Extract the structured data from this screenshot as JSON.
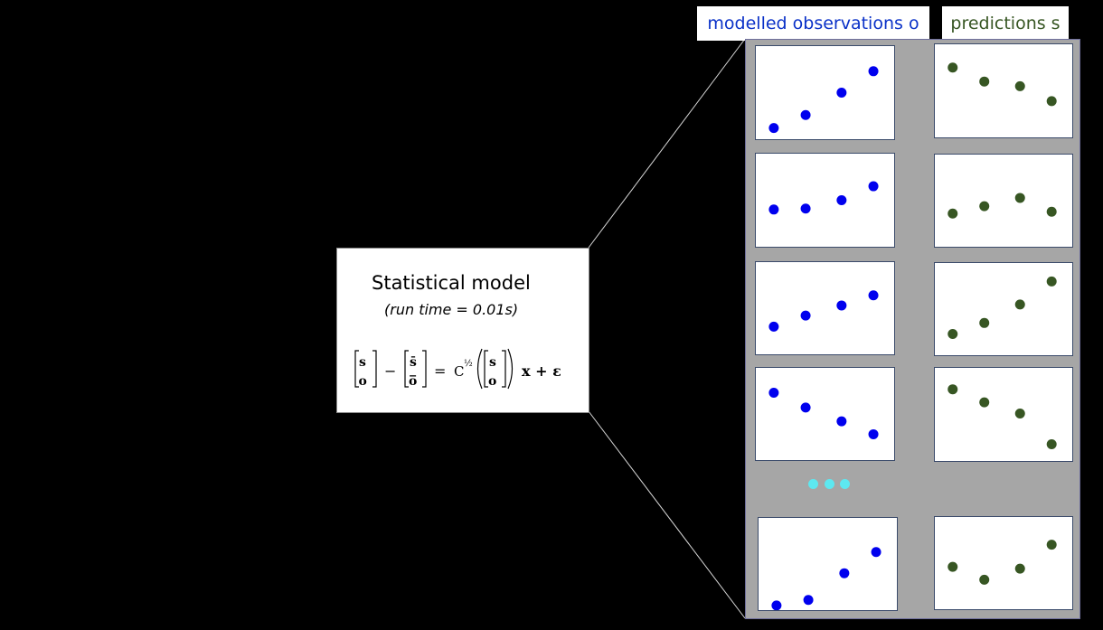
{
  "labels": {
    "observations": "modelled observations o",
    "predictions": "predictions s"
  },
  "model": {
    "title": "Statistical model",
    "subtitle": "(run time = 0.01s)",
    "equation": {
      "lhs_top": "s",
      "lhs_bottom": "o",
      "minus": "−",
      "mean_top": "s̄",
      "mean_bottom": "o̅",
      "equals": "=",
      "cov": "C",
      "cov_power": "½",
      "rhs_top": "s",
      "rhs_bottom": "o",
      "tail": "x + ε"
    }
  },
  "colors": {
    "observations": "#0000ee",
    "predictions": "#375623",
    "ellipsis": "#5de8f0"
  },
  "ellipsis_icon": "dots-ellipsis-icon",
  "rows": [
    {
      "obs": [
        0.12,
        0.26,
        0.5,
        0.73
      ],
      "pred": [
        0.75,
        0.6,
        0.55,
        0.39
      ]
    },
    {
      "obs": [
        0.4,
        0.41,
        0.5,
        0.65
      ],
      "pred": [
        0.36,
        0.44,
        0.53,
        0.38
      ]
    },
    {
      "obs": [
        0.3,
        0.42,
        0.53,
        0.64
      ],
      "pred": [
        0.23,
        0.35,
        0.55,
        0.8
      ]
    },
    {
      "obs": [
        0.73,
        0.57,
        0.42,
        0.28
      ],
      "pred": [
        0.77,
        0.63,
        0.51,
        0.18
      ]
    },
    {
      "obs": [
        0.05,
        0.11,
        0.4,
        0.63
      ],
      "pred": [
        0.46,
        0.32,
        0.44,
        0.7
      ]
    }
  ]
}
